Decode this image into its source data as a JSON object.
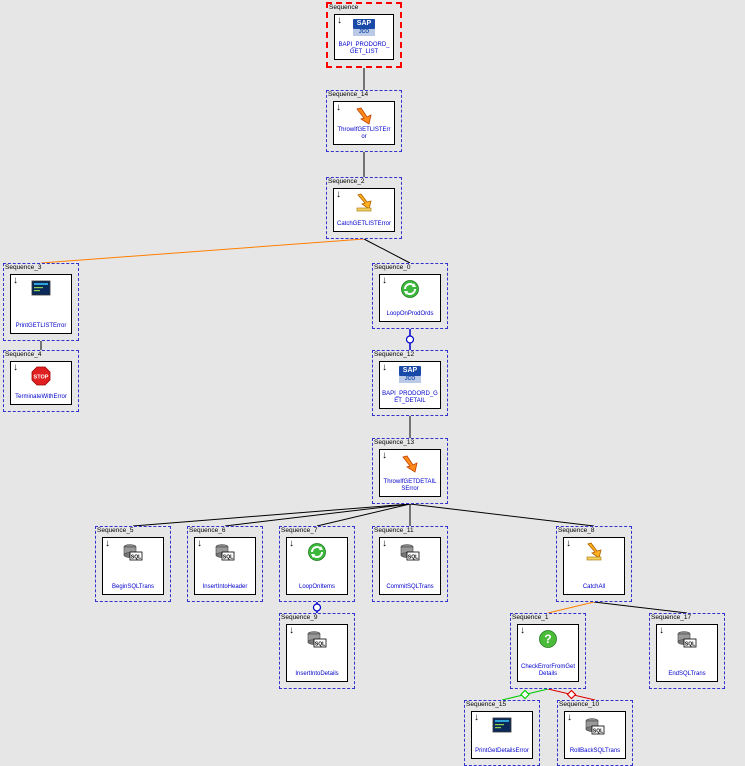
{
  "nodes": [
    {
      "id": "n0",
      "title": "Sequence",
      "label": "BAPI_PRODORD_GET_LIST",
      "icon": "sap-jco-icon",
      "selected": true
    },
    {
      "id": "n14",
      "title": "Sequence_14",
      "label": "ThrowIfGETLISTError",
      "icon": "throw-icon"
    },
    {
      "id": "n2",
      "title": "Sequence_2",
      "label": "CatchGETLISTError",
      "icon": "catch-icon"
    },
    {
      "id": "n3",
      "title": "Sequence_3",
      "label": "PrintGETLISTError",
      "icon": "console-icon"
    },
    {
      "id": "n4",
      "title": "Sequence_4",
      "label": "TerminateWithError",
      "icon": "stop-icon"
    },
    {
      "id": "nq0",
      "title": "Sequence_0",
      "label": "LoopOnProdOrds",
      "icon": "loop-icon"
    },
    {
      "id": "n12",
      "title": "Sequence_12",
      "label": "BAPI_PRODORD_GET_DETAIL",
      "icon": "sap-jco-icon"
    },
    {
      "id": "n13",
      "title": "Sequence_13",
      "label": "ThrowIfGETDETAILSError",
      "icon": "throw-icon"
    },
    {
      "id": "n5",
      "title": "Sequence_5",
      "label": "BeginSQLTrans",
      "icon": "sql-icon"
    },
    {
      "id": "n6",
      "title": "Sequence_6",
      "label": "InsertIntoHeader",
      "icon": "sql-icon"
    },
    {
      "id": "n7",
      "title": "Sequence_7",
      "label": "LoopOnItems",
      "icon": "loop-icon"
    },
    {
      "id": "n11",
      "title": "Sequence_11",
      "label": "CommitSQLTrans",
      "icon": "sql-icon"
    },
    {
      "id": "n8",
      "title": "Sequence_8",
      "label": "CatchAll",
      "icon": "catch-icon"
    },
    {
      "id": "n9",
      "title": "Sequence_9",
      "label": "InsertIntoDetails",
      "icon": "sql-icon"
    },
    {
      "id": "n1",
      "title": "Sequence_1",
      "label": "CheckErrorFromGetDetails",
      "icon": "question-icon"
    },
    {
      "id": "n17",
      "title": "Sequence_17",
      "label": "EndSQLTrans",
      "icon": "sql-icon"
    },
    {
      "id": "n15",
      "title": "Sequence_15",
      "label": "PrintGetDetailsError",
      "icon": "console-icon"
    },
    {
      "id": "n10",
      "title": "Sequence_10",
      "label": "RollBackSQLTrans",
      "icon": "sql-icon"
    }
  ],
  "edges": [
    {
      "from": "n0",
      "to": "n14",
      "kind": "normal"
    },
    {
      "from": "n14",
      "to": "n2",
      "kind": "normal"
    },
    {
      "from": "n2",
      "to": "n3",
      "kind": "catch"
    },
    {
      "from": "n2",
      "to": "nq0",
      "kind": "normal"
    },
    {
      "from": "n3",
      "to": "n4",
      "kind": "normal"
    },
    {
      "from": "nq0",
      "to": "n12",
      "kind": "loop"
    },
    {
      "from": "n12",
      "to": "n13",
      "kind": "normal"
    },
    {
      "from": "n13",
      "to": "n5",
      "kind": "normal"
    },
    {
      "from": "n13",
      "to": "n6",
      "kind": "normal"
    },
    {
      "from": "n13",
      "to": "n7",
      "kind": "normal"
    },
    {
      "from": "n13",
      "to": "n11",
      "kind": "normal"
    },
    {
      "from": "n13",
      "to": "n8",
      "kind": "normal"
    },
    {
      "from": "n7",
      "to": "n9",
      "kind": "loop"
    },
    {
      "from": "n8",
      "to": "n1",
      "kind": "catch"
    },
    {
      "from": "n8",
      "to": "n17",
      "kind": "normal"
    },
    {
      "from": "n1",
      "to": "n15",
      "kind": "true"
    },
    {
      "from": "n1",
      "to": "n10",
      "kind": "false"
    }
  ],
  "colors": {
    "normal": "#000000",
    "catch": "#ff8000",
    "loop": "#0000cc",
    "true": "#00cc00",
    "false": "#dd0000"
  }
}
